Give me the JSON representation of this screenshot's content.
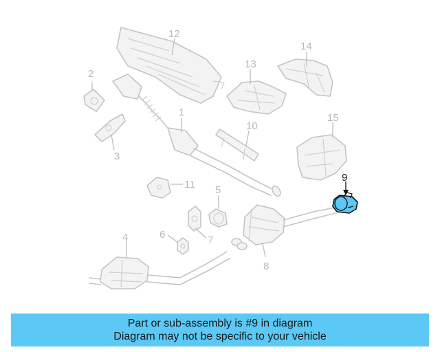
{
  "diagram": {
    "callouts": [
      "1",
      "2",
      "3",
      "4",
      "5",
      "6",
      "7",
      "8",
      "9",
      "10",
      "11",
      "12",
      "13",
      "14",
      "15"
    ],
    "highlighted_part": "9",
    "highlight_color": "#5bc8f5"
  },
  "banner": {
    "line1": "Part or sub-assembly is #9 in diagram",
    "line2": "Diagram may not be specific to your vehicle",
    "background": "#5bc8f5"
  }
}
